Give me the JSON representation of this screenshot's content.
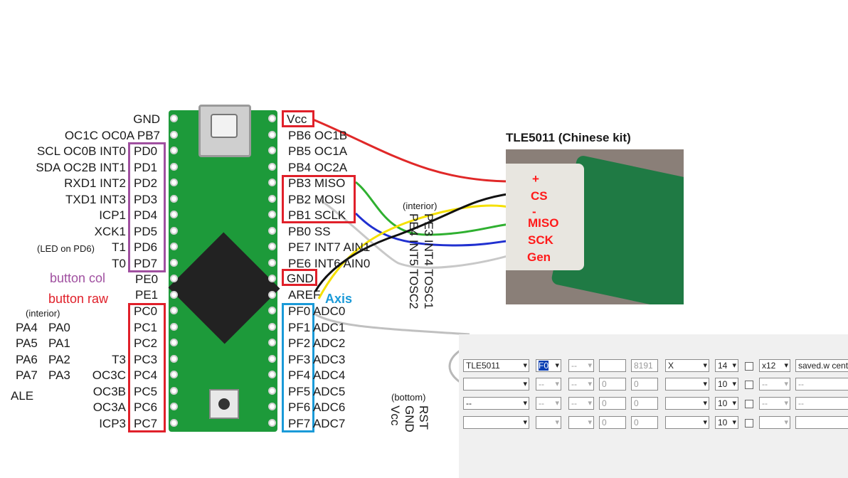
{
  "left_labels": {
    "gnd": "GND",
    "pb7": "OC1C  OC0A  PB7",
    "pd0_func": "SCL OC0B INT0",
    "pd0": "PD0",
    "pd1_func": "SDA OC2B INT1",
    "pd1": "PD1",
    "pd2_func": "RXD1 INT2",
    "pd2": "PD2",
    "pd3_func": "TXD1 INT3",
    "pd3": "PD3",
    "pd4_func": "ICP1",
    "pd4": "PD4",
    "pd5_func": "XCK1",
    "pd5": "PD5",
    "pd6_note": "(LED on PD6)",
    "pd6_func": "T1",
    "pd6": "PD6",
    "pd7_func": "T0",
    "pd7": "PD7",
    "pe0_note": "button col",
    "pe0": "PE0",
    "pe1_note": "button raw",
    "pe1": "PE1",
    "interior": "(interior)",
    "pc0": "PC0",
    "pa4": "PA4",
    "pa0": "PA0",
    "pc1": "PC1",
    "pa5": "PA5",
    "pa1": "PA1",
    "pc2": "PC2",
    "pa6": "PA6",
    "pa2": "PA2",
    "pc3_func": "T3",
    "pc3": "PC3",
    "pa7": "PA7",
    "pa3": "PA3",
    "pc4_func": "OC3C",
    "pc4": "PC4",
    "ale": "ALE",
    "pc5_func": "OC3B",
    "pc5": "PC5",
    "pc6_func": "OC3A",
    "pc6": "PC6",
    "pc7_func": "ICP3",
    "pc7": "PC7"
  },
  "right_labels": {
    "vcc": "Vcc",
    "pb6": "PB6  OC1B",
    "pb5": "PB5  OC1A",
    "pb4": "PB4  OC2A",
    "pb3": "PB3  MISO",
    "pb2": "PB2  MOSI",
    "pb1": "PB1  SCLK",
    "pb0": "PB0  SS",
    "pe7": "PE7  INT7  AIN1",
    "pe6": "PE6  INT6  AIN0",
    "gnd": "GND",
    "aref": "AREF",
    "axis": "Axis",
    "pf0": "PF0  ADC0",
    "pf1": "PF1  ADC1",
    "pf2": "PF2  ADC2",
    "pf3": "PF3  ADC3",
    "pf4": "PF4  ADC4",
    "pf5": "PF5  ADC5",
    "pf6": "PF6  ADC6",
    "pf7": "PF7  ADC7",
    "interior": "(interior)",
    "pe3": "PE3 INT4  TOSC1",
    "pe4": "PE4 INT5  TOSC2",
    "bottom": "(bottom)",
    "rst": "RST",
    "gnd2": "GND",
    "vcc2": "Vcc"
  },
  "sensor": {
    "title": "TLE5011 (Chinese kit)",
    "pins": [
      "+",
      "CS",
      "-",
      "MISO",
      "SCK",
      "Gen"
    ]
  },
  "config_table": {
    "rows": [
      {
        "sensor": "TLE5011",
        "cs": "F0",
        "p2": "--",
        "p3": "",
        "max": "8191",
        "axis": "X",
        "bits": "14",
        "mult": "x12",
        "name": "saved.w center"
      },
      {
        "sensor": "",
        "cs": "--",
        "p2": "--",
        "p3": "0",
        "max": "0",
        "axis": "",
        "bits": "10",
        "mult": "--",
        "name": "--"
      },
      {
        "sensor": "--",
        "cs": "--",
        "p2": "--",
        "p3": "0",
        "max": "0",
        "axis": "",
        "bits": "10",
        "mult": "--",
        "name": "--"
      },
      {
        "sensor": "",
        "cs": "",
        "p2": "",
        "p3": "0",
        "max": "0",
        "axis": "",
        "bits": "10",
        "mult": "",
        "name": ""
      }
    ]
  },
  "colors": {
    "red": "#e0202a",
    "purple": "#a050a0",
    "blue": "#1a9ad8",
    "wire_red": "#e02828",
    "wire_yellow": "#f5e000",
    "wire_black": "#111111",
    "wire_green": "#2fb030",
    "wire_blue": "#2030d0",
    "wire_gray": "#c8c8c8"
  }
}
